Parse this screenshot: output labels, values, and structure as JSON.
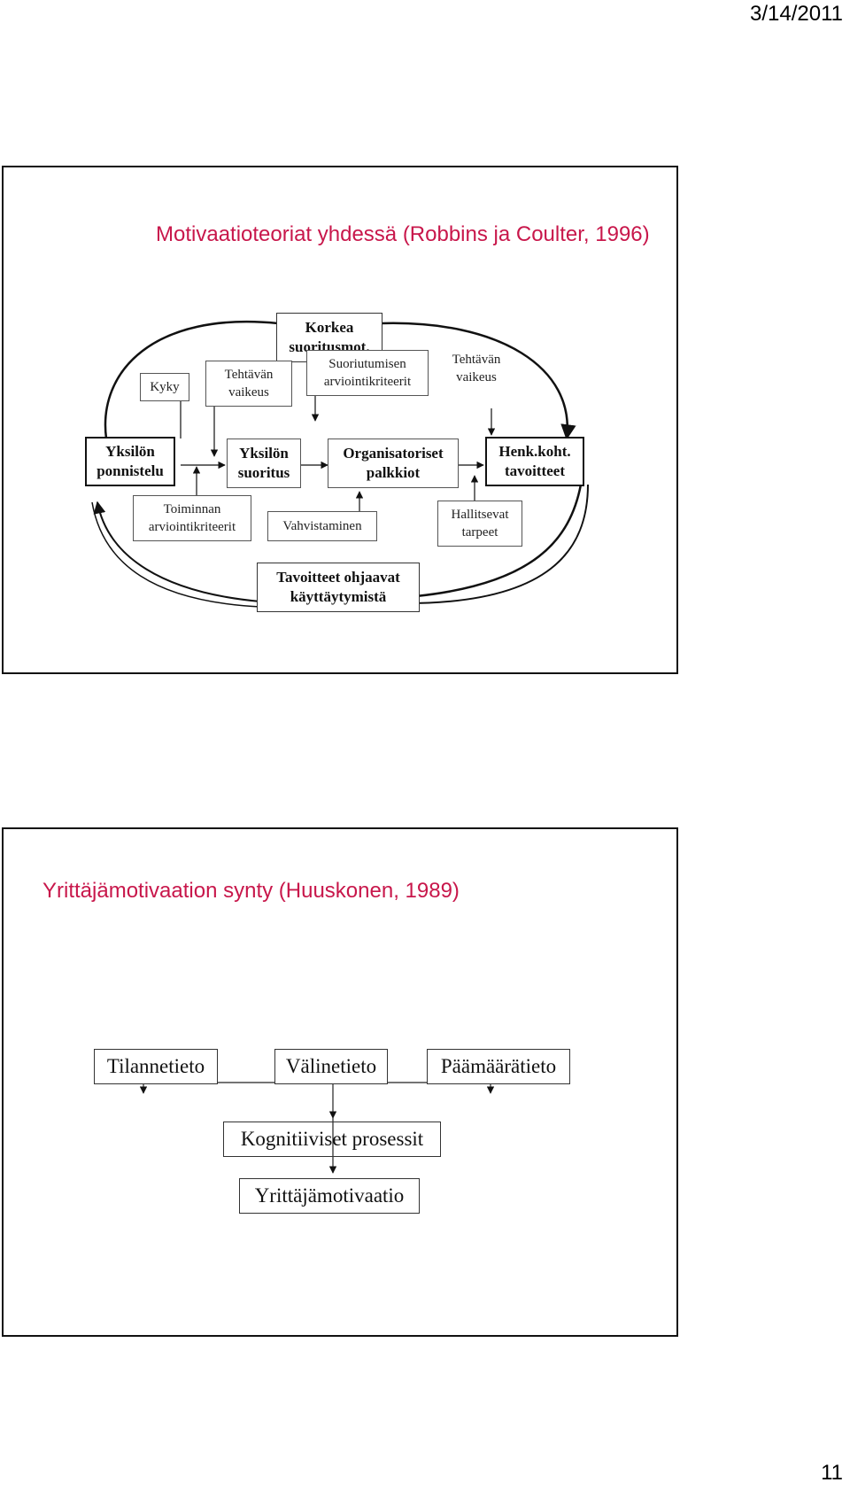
{
  "header": {
    "date": "3/14/2011"
  },
  "footer": {
    "page_number": "11"
  },
  "slide1": {
    "title": "Motivaatioteoriat yhdessä (Robbins ja Coulter, 1996)",
    "boxes": {
      "korkea": "Korkea suoritusmot.",
      "kyky": "Kyky",
      "tehtavan_vaikeus_1": "Tehtävän vaikeus",
      "suoriutumisen": "Suoriutumisen arviointikriteerit",
      "tehtavan_vaikeus_2": "Tehtävän vaikeus",
      "yksilon_ponnistelu": "Yksilön ponnistelu",
      "yksilon_suoritus": "Yksilön suoritus",
      "organisatoriset": "Organisatoriset palkkiot",
      "henk_koht": "Henk.koht. tavoitteet",
      "toiminnan": "Toiminnan arviointikriteerit",
      "vahvistaminen": "Vahvistaminen",
      "hallitsevat": "Hallitsevat tarpeet",
      "tavoitteet_ohjaavat": "Tavoitteet ohjaavat käyttäytymistä"
    }
  },
  "slide2": {
    "title": "Yrittäjämotivaation synty (Huuskonen, 1989)",
    "boxes": {
      "tilannetieto": "Tilannetieto",
      "valinetieto": "Välinetieto",
      "paamaaratieto": "Päämäärätieto",
      "kognitiiviset": "Kognitiiviset prosessit",
      "yrittajamotivaatio": "Yrittäjämotivaatio"
    }
  }
}
